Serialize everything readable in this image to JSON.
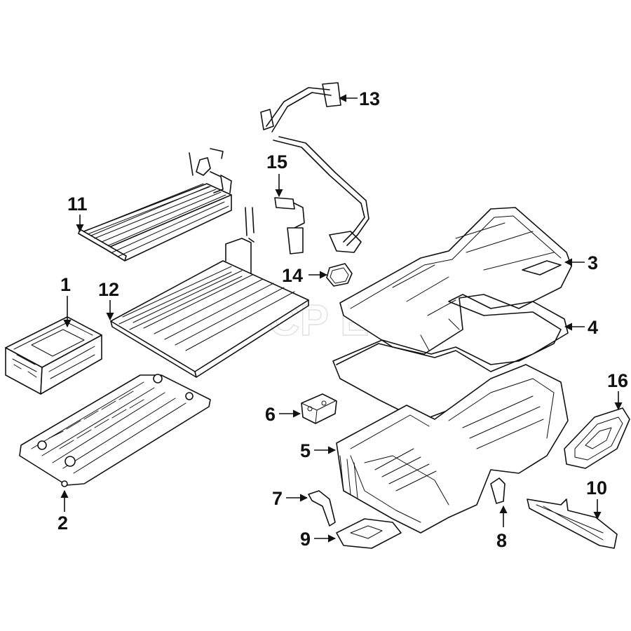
{
  "diagram": {
    "watermark": "FCP Euro",
    "callouts": [
      {
        "id": "1",
        "label": "1"
      },
      {
        "id": "2",
        "label": "2"
      },
      {
        "id": "3",
        "label": "3"
      },
      {
        "id": "4",
        "label": "4"
      },
      {
        "id": "5",
        "label": "5"
      },
      {
        "id": "6",
        "label": "6"
      },
      {
        "id": "7",
        "label": "7"
      },
      {
        "id": "8",
        "label": "8"
      },
      {
        "id": "9",
        "label": "9"
      },
      {
        "id": "10",
        "label": "10"
      },
      {
        "id": "11",
        "label": "11"
      },
      {
        "id": "12",
        "label": "12"
      },
      {
        "id": "13",
        "label": "13"
      },
      {
        "id": "14",
        "label": "14"
      },
      {
        "id": "15",
        "label": "15"
      },
      {
        "id": "16",
        "label": "16"
      }
    ]
  }
}
